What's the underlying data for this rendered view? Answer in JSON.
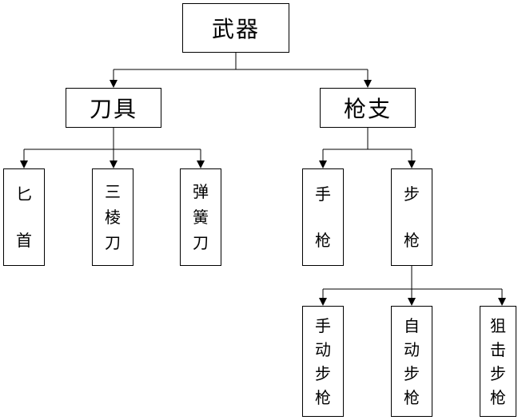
{
  "diagram": {
    "root": {
      "text": "武器"
    },
    "level1": [
      {
        "text": "刀具"
      },
      {
        "text": "枪支"
      }
    ],
    "knives": [
      {
        "chars": [
          "匕",
          "首"
        ]
      },
      {
        "chars": [
          "三",
          "棱",
          "刀"
        ]
      },
      {
        "chars": [
          "弹",
          "簧",
          "刀"
        ]
      }
    ],
    "guns": [
      {
        "chars": [
          "手",
          "枪"
        ]
      },
      {
        "chars": [
          "步",
          "枪"
        ]
      }
    ],
    "rifles": [
      {
        "chars": [
          "手",
          "动",
          "步",
          "枪"
        ]
      },
      {
        "chars": [
          "自",
          "动",
          "步",
          "枪"
        ]
      },
      {
        "chars": [
          "狙",
          "击",
          "步",
          "枪"
        ]
      }
    ]
  }
}
